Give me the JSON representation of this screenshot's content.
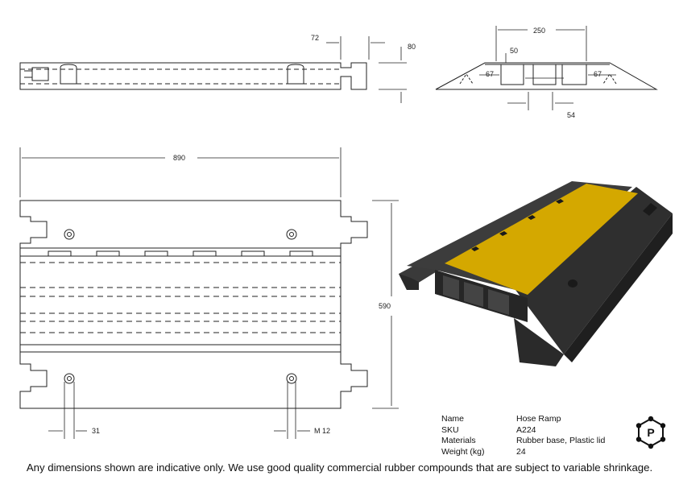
{
  "dimensions": {
    "top_width": "72",
    "top_height": "80",
    "end_width": "250",
    "lid_thickness": "50",
    "channel_left": "67",
    "channel_right": "67",
    "channel_gap": "54",
    "length": "890",
    "width": "590",
    "hole_offset": "31",
    "bolt": "M 12"
  },
  "specs": [
    {
      "label": "Name",
      "value": "Hose Ramp"
    },
    {
      "label": "SKU",
      "value": "A224"
    },
    {
      "label": "Materials",
      "value": "Rubber base, Plastic lid"
    },
    {
      "label": "Weight (kg)",
      "value": "24"
    }
  ],
  "disclaimer": "Any dimensions shown are indicative only. We use good quality commercial rubber compounds that are subject to variable shrinkage.",
  "logo": {
    "letter": "P",
    "color": "#111111"
  },
  "colors": {
    "lid": "#D4A800",
    "rubber": "#2E2E2E"
  }
}
